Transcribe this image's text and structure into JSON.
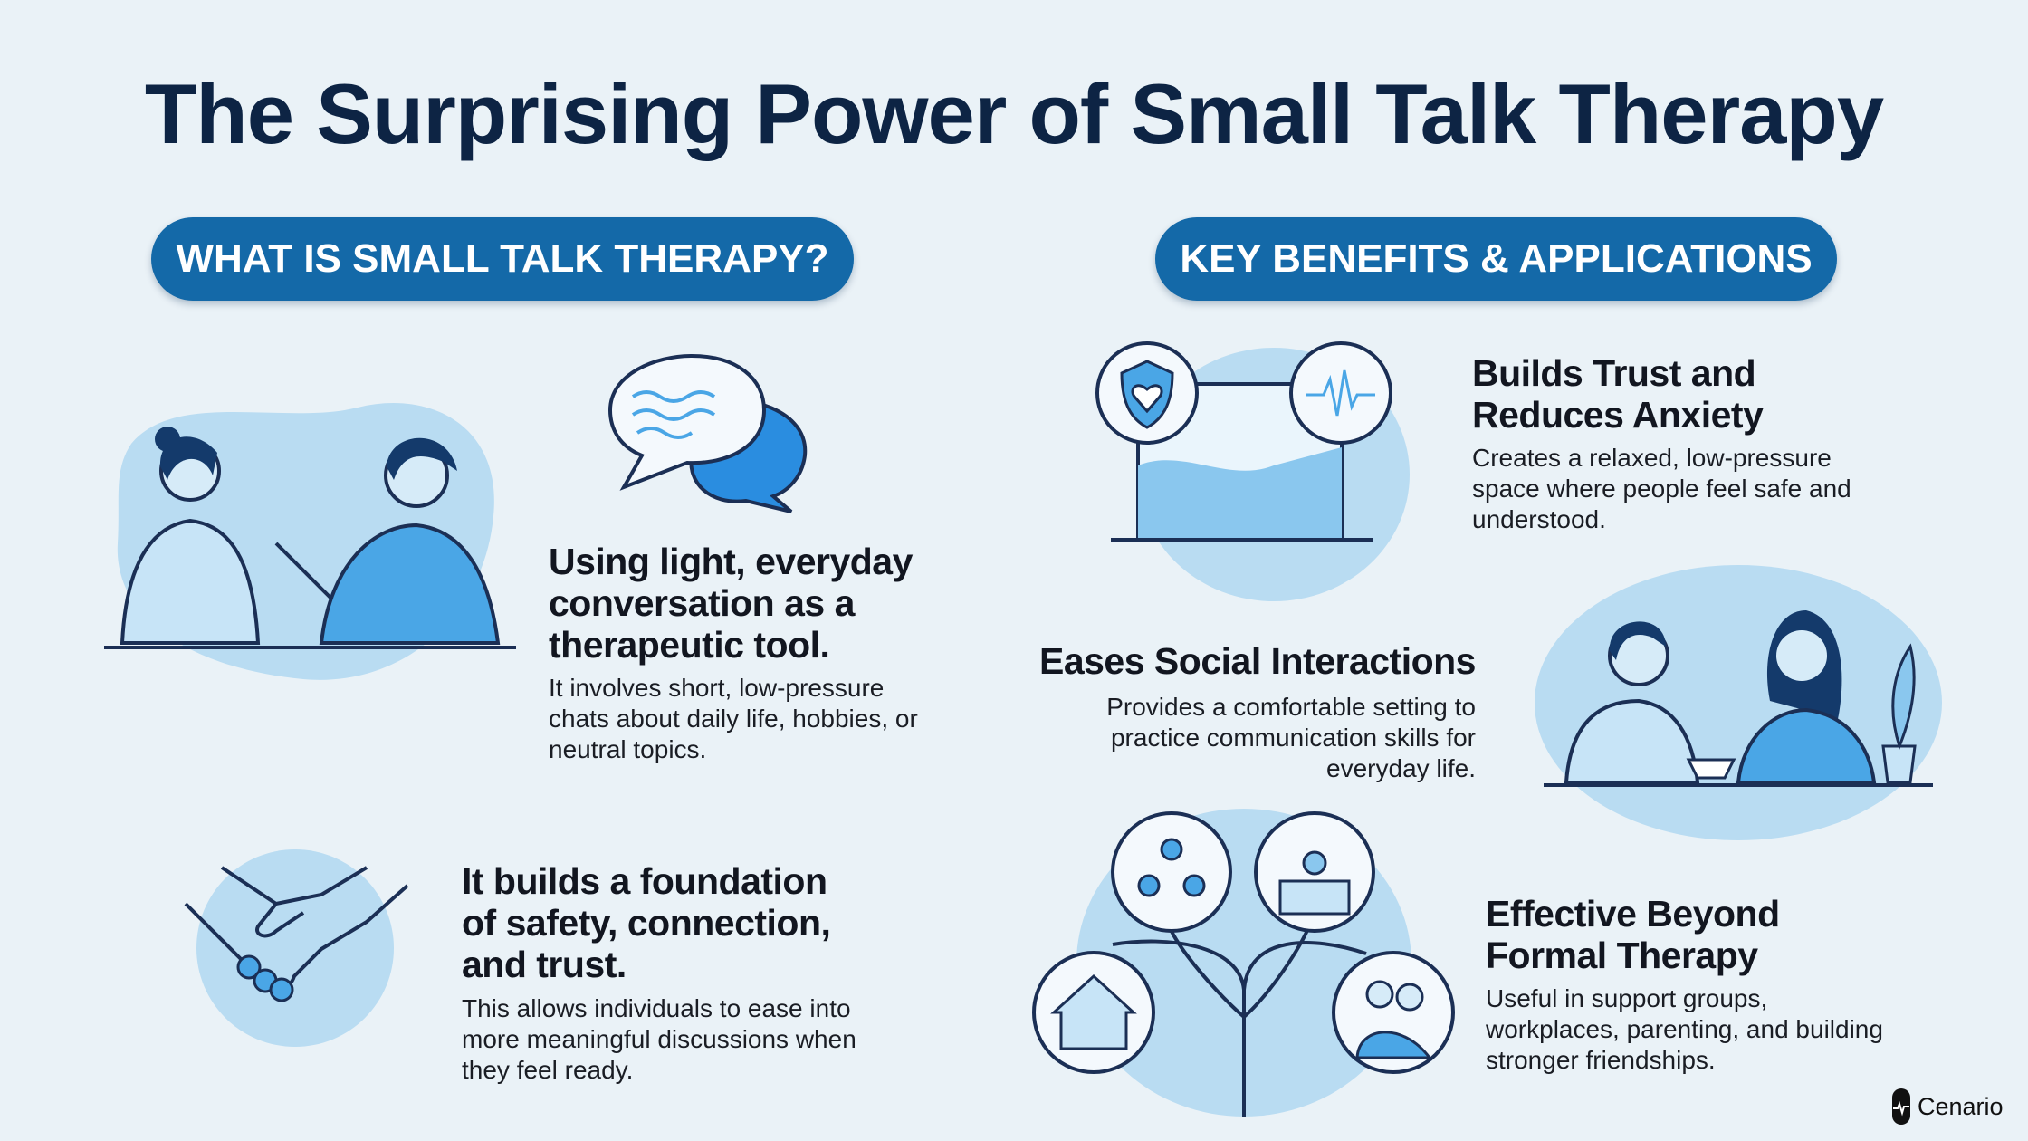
{
  "title": "The Surprising Power of Small Talk Therapy",
  "left_section": {
    "pill": "WHAT IS SMALL TALK THERAPY?",
    "items": [
      {
        "heading": "Using light, everyday conversation as a therapeutic tool.",
        "body": "It involves short, low-pressure chats about daily life, hobbies, or neutral topics."
      },
      {
        "heading": "It builds a foundation of safety, connection, and trust.",
        "body": "This allows individuals to ease into more meaningful discussions when they feel ready."
      }
    ]
  },
  "right_section": {
    "pill": "KEY BENEFITS & APPLICATIONS",
    "items": [
      {
        "heading": "Builds Trust and Reduces Anxiety",
        "body": "Creates a relaxed, low-pressure space where people feel safe and understood."
      },
      {
        "heading": "Eases Social Interactions",
        "body": "Provides a comfortable setting to practice communication skills for everyday life."
      },
      {
        "heading": "Effective Beyond Formal Therapy",
        "body": "Useful in support groups, workplaces, parenting, and building stronger friendships."
      }
    ]
  },
  "brand": {
    "name": "Cenario"
  },
  "colors": {
    "pill": "#1469a8",
    "title": "#0d2444",
    "illustration_light": "#b9dcf2",
    "illustration_mid": "#4aa6e6",
    "line": "#1b2f55"
  }
}
